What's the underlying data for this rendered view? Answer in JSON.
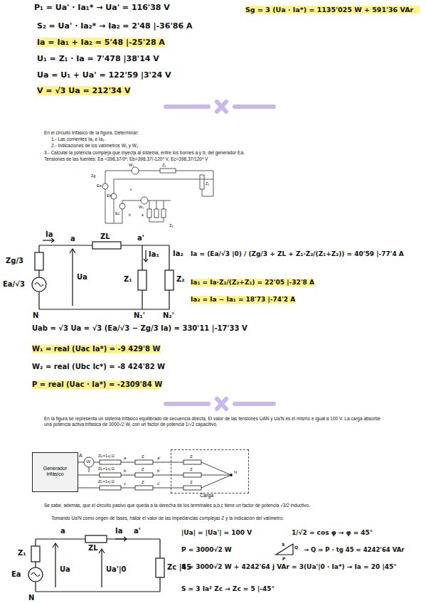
{
  "diagram": {
    "nodes": [
      {
        "text": [
          "Generador trifásico"
        ]
      },
      {
        "text": [
          "Carga"
        ]
      }
    ],
    "edges": [
      {
        "from": 0,
        "to": 1,
        "arrow": "none"
      },
      {
        "from": 0,
        "to": 1,
        "arrow": "none"
      },
      {
        "from": 0,
        "to": 1,
        "arrow": "none"
      }
    ],
    "labels": [
      "P₁ = Ua' · Ia₁* → Ua' = 116'38 V",
      "S₂ = Ua' · Ia₂* → Ia₂ = 2'48 |-36'86 A",
      "Ia = Ia₁ + Ia₂ = 5'48 |-25'28 A",
      "U₁ = Z₁ · Ia = 7'478 |38'14 V",
      "Ua = U₁ + Ua' = 122'59 |3'24 V",
      "V = √3 Ua = 212'34 V",
      "Sg = 3 (Ua · Ia*) = 1135'025 W + 591'36 VAr",
      "En el circuito trifásico de la figura. Determinar:",
      "1.- Las corrientes Ia₁ e Ia₂",
      "2.- Indicaciones de los vatímetros W₁ y W₂",
      "3.- Calcular la potencia compleja que inyecta al sistema, entre los bornes a y b, del generador Ea.",
      "Tensiones de las fuentes: Ea =398,37/0º; Eb=398,37/-120º V, Ec=398,37/120º V",
      "Zg",
      "Ea",
      "Eb",
      "Ec",
      "W₁",
      "W₂",
      "Z₁",
      "Z₂",
      "Z₃",
      "a",
      "b",
      "c",
      "Ia",
      "a",
      "ZL",
      "a'",
      "Zg/3",
      "Ea/√3",
      "Ua",
      "Ia₁",
      "Ia₂",
      "Z₁",
      "Z₂",
      "N",
      "N₁'",
      "N₂'",
      "Ia = (Ea/√3 |0) / (Zg/3 + ZL + Z₁·Z₂/(Z₁+Z₂)) = 40'59 |-77'4 A",
      "Ia₁ = Ia·Z₂/(Z₂+Z₁) = 22'05 |-32'8 A",
      "Ia₂ = Ia − Ia₁ = 18'73 |-74'2 A",
      "Uab = √3 Ua = √3 (Ea/√3 − Zg/3 Ia) = 330'11 |-17'33 V",
      "W₁ = real (Uac Ia*) = -9 429'8 W",
      "W₂ = real (Ubc Ic*) = -8 424'82 W",
      "P = real (Uac · Ia*) = -2309'84 W",
      "En la figura se representa un sistema trifásico equilibrado de secuencia directa. El valor de las tensiones UAN y Ua'N es el mismo e igual a 100 V. La carga absorbe una potencia activa trifásica de 3000√2 W, con un factor de potencia 1/√2 capacitivo.",
      "A",
      "W",
      "ZL=1+j Ω",
      "ZL=1+j Ω",
      "ZL=1+j Ω",
      "a",
      "b",
      "c",
      "Z",
      "Z",
      "Z",
      "a'",
      "b'",
      "c'",
      "Z",
      "Z",
      "Z",
      "N",
      "Se sabe, además, que el circuito pasivo que queda a la derecha de los terminales a,b,c tiene un factor de potencia √3/2 inductivo.",
      "Tomando Ua'N como origen de fases, hallar el valor de las impedancias complejas Z y la indicación del vatímetro.",
      "a",
      "Ia",
      "a'",
      "Z₁",
      "ZL",
      "Ea",
      "Ua",
      "Ua'|0",
      "Zc |45",
      "N",
      "|Ua| = |Ua'| = 100 V",
      "1/√2 = cos φ → φ = 45°",
      "P = 3000√2 W",
      "S",
      "Q",
      "P",
      "→ Q = P · tg 45 = 4242'64 VAr",
      "S = 3000√2 W + 4242'64 j VAr = 3(Ua'|0 · Ia*) → Ia = 20 |45°",
      "S = 3 Ia² Zc → Zc = 5 |-45°"
    ]
  }
}
